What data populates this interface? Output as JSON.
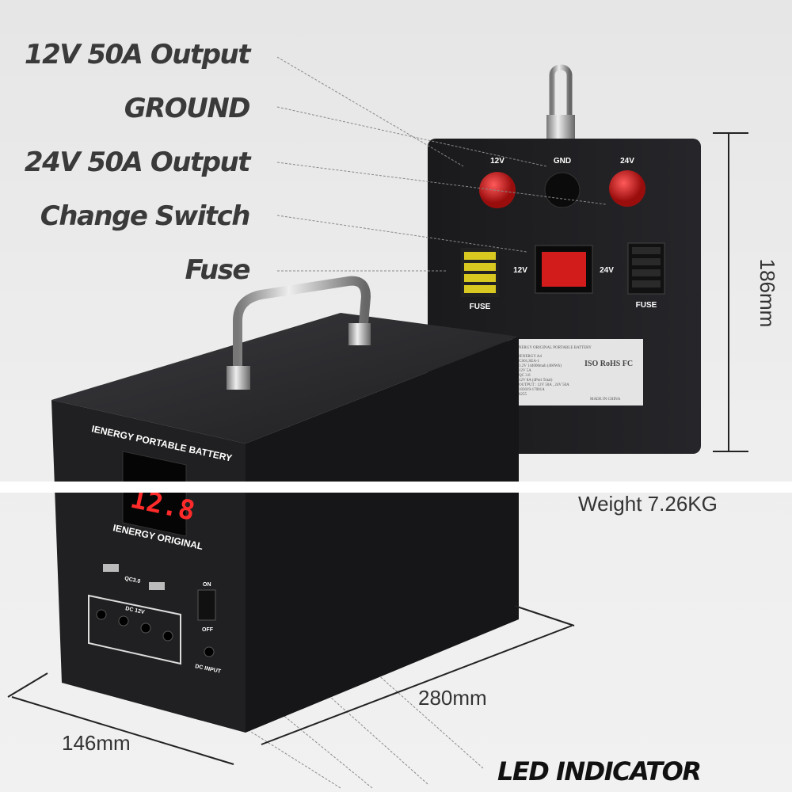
{
  "callouts": {
    "output_12v": "12V 50A Output",
    "ground": "GROUND",
    "output_24v": "24V 50A Output",
    "change_switch": "Change Switch",
    "fuse": "Fuse",
    "led_indicator": "LED INDICATOR"
  },
  "dimensions": {
    "height": "186mm",
    "length": "280mm",
    "width": "146mm",
    "weight": "Weight 7.26KG"
  },
  "back_panel": {
    "port_12v": "12V",
    "port_gnd": "GND",
    "port_24v": "24V",
    "switch_left": "12V",
    "switch_right": "24V",
    "fuse_left": "FUSE",
    "fuse_right": "FUSE",
    "label": {
      "title": "IENERGY ORIGINAL PORTABLE BATTERY",
      "lines": [
        "IENERGY A4",
        "CS01,SEA-1",
        "3.2V 144000mah (460Wh)",
        "12V 5A",
        "QC 3.0",
        "12V 8A (4Port Total)",
        "OUTPUT : 12V 50A , 24V 50A",
        "103019-17001A",
        "6255"
      ],
      "certs": "ISO RoHS FC",
      "origin": "MADE IN CHINA"
    }
  },
  "front_panel": {
    "brand_top": "IENERGY PORTABLE BATTERY",
    "display_value": "12.8",
    "brand_bottom": "IENERGY ORIGINAL",
    "usb_label": "QC3.0",
    "dc_label": "DC 12V",
    "switch_on": "ON",
    "switch_off": "OFF",
    "dc_input": "DC INPUT"
  },
  "colors": {
    "body": "#1b1b1d",
    "led": "#ff2a2a",
    "red_terminal": "#c81818"
  }
}
